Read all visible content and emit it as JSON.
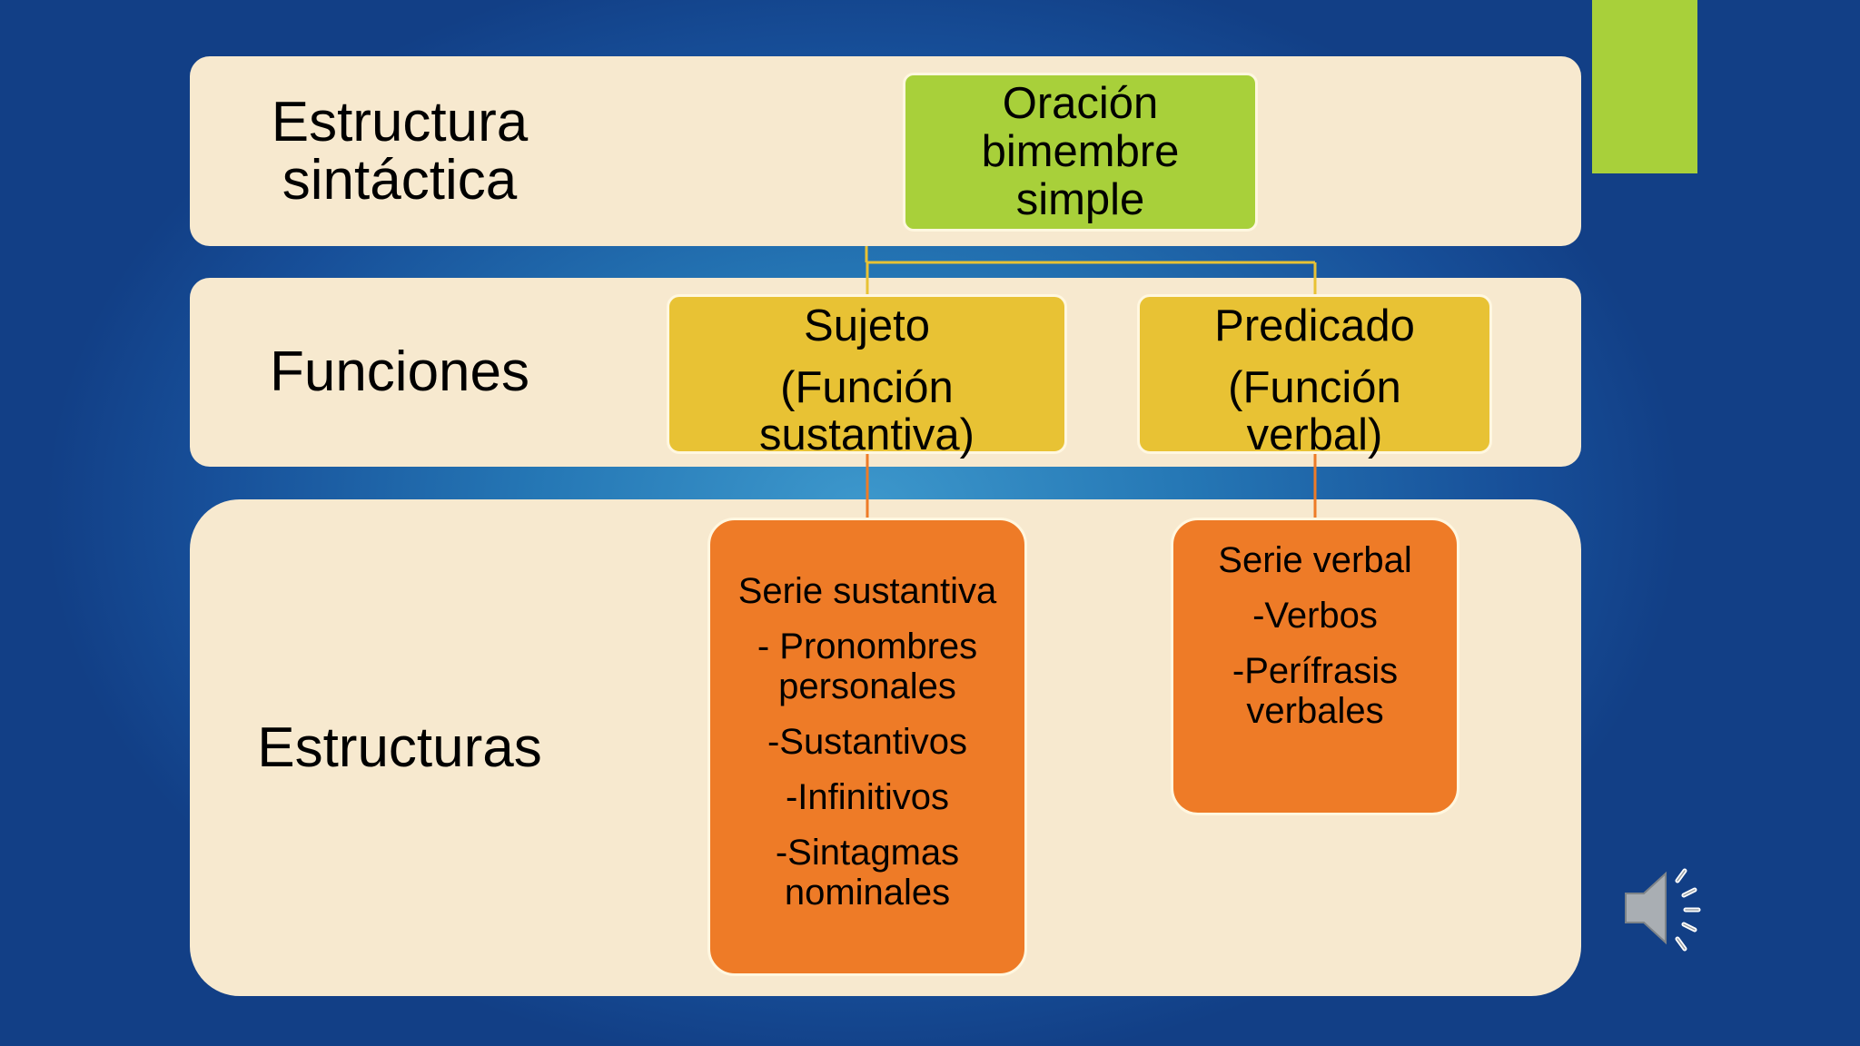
{
  "bands": [
    {
      "label": "Estructura\nsintáctica"
    },
    {
      "label": "Funciones"
    },
    {
      "label": "Estructuras"
    }
  ],
  "nodes": {
    "root": {
      "text": "Oración\nbimembre\nsimple",
      "color": "#a8d03a"
    },
    "sujeto": {
      "title": "Sujeto",
      "subtitle": "(Función\nsustantiva)",
      "color": "#e8c234"
    },
    "predicado": {
      "title": "Predicado",
      "subtitle": "(Función\nverbal)",
      "color": "#e8c234"
    },
    "serie_sustantiva": {
      "items": [
        "Serie sustantiva",
        "- Pronombres\npersonales",
        "-Sustantivos",
        "-Infinitivos",
        "-Sintagmas\nnominales"
      ],
      "color": "#ee7b27"
    },
    "serie_verbal": {
      "items": [
        "Serie verbal",
        "-Verbos",
        "-Perífrasis\nverbales"
      ],
      "color": "#ee7b27"
    }
  },
  "colors": {
    "background": "#1f66aa",
    "band": "#f7e9cf",
    "connector_root": "#e8c234",
    "connector_sub": "#ee7b27",
    "accent": "#a8d03a"
  },
  "icons": {
    "audio": "speaker-icon"
  }
}
